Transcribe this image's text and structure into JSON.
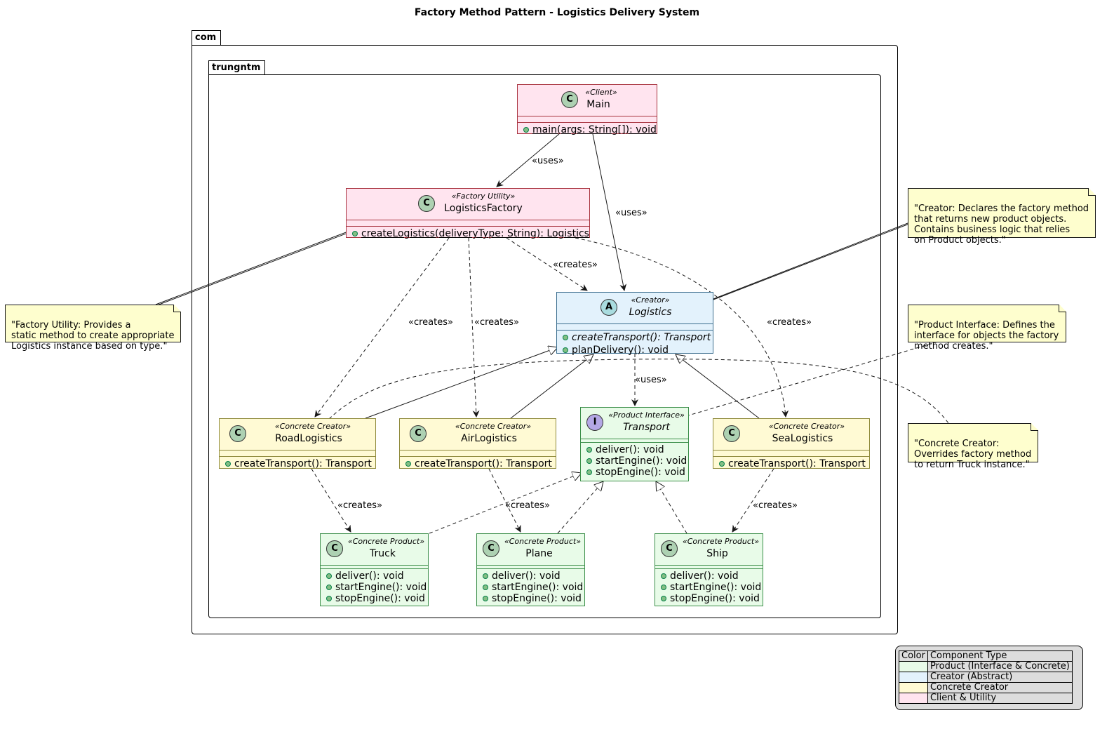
{
  "title": "Factory Method Pattern - Logistics Delivery System",
  "packages": {
    "outer": "com",
    "inner": "trungntm"
  },
  "classes": {
    "main": {
      "stereotype": "«Client»",
      "name": "Main",
      "badge": "C",
      "methods": [
        "main(args: String[]): void"
      ]
    },
    "factory": {
      "stereotype": "«Factory Utility»",
      "name": "LogisticsFactory",
      "badge": "C",
      "methods": [
        "createLogistics(deliveryType: String): Logistics"
      ]
    },
    "logistics": {
      "stereotype": "«Creator»",
      "name": "Logistics",
      "badge": "A",
      "methods": [
        "createTransport(): Transport",
        "planDelivery(): void"
      ]
    },
    "road": {
      "stereotype": "«Concrete Creator»",
      "name": "RoadLogistics",
      "badge": "C",
      "methods": [
        "createTransport(): Transport"
      ]
    },
    "air": {
      "stereotype": "«Concrete Creator»",
      "name": "AirLogistics",
      "badge": "C",
      "methods": [
        "createTransport(): Transport"
      ]
    },
    "transport": {
      "stereotype": "«Product Interface»",
      "name": "Transport",
      "badge": "I",
      "methods": [
        "deliver(): void",
        "startEngine(): void",
        "stopEngine(): void"
      ]
    },
    "sea": {
      "stereotype": "«Concrete Creator»",
      "name": "SeaLogistics",
      "badge": "C",
      "methods": [
        "createTransport(): Transport"
      ]
    },
    "truck": {
      "stereotype": "«Concrete Product»",
      "name": "Truck",
      "badge": "C",
      "methods": [
        "deliver(): void",
        "startEngine(): void",
        "stopEngine(): void"
      ]
    },
    "plane": {
      "stereotype": "«Concrete Product»",
      "name": "Plane",
      "badge": "C",
      "methods": [
        "deliver(): void",
        "startEngine(): void",
        "stopEngine(): void"
      ]
    },
    "ship": {
      "stereotype": "«Concrete Product»",
      "name": "Ship",
      "badge": "C",
      "methods": [
        "deliver(): void",
        "startEngine(): void",
        "stopEngine(): void"
      ]
    }
  },
  "edge_labels": {
    "uses": "«uses»",
    "creates": "«creates»"
  },
  "notes": {
    "factory": "\"Factory Utility: Provides a\nstatic method to create appropriate\nLogistics instance based on type.\"",
    "creator": "\"Creator: Declares the factory method\nthat returns new product objects.\nContains business logic that relies\non Product objects.\"",
    "product": "\"Product Interface: Defines the\ninterface for objects the factory\nmethod creates.\"",
    "concrete": "\"Concrete Creator:\nOverrides factory method\nto return Truck instance.\""
  },
  "legend": {
    "header": [
      "Color",
      "Component Type"
    ],
    "rows": [
      {
        "color": "#e8fbe8",
        "label": "Product (Interface & Concrete)"
      },
      {
        "color": "#e3f2fc",
        "label": "Creator (Abstract)"
      },
      {
        "color": "#fffad4",
        "label": "Concrete Creator"
      },
      {
        "color": "#ffe4ef",
        "label": "Client & Utility"
      }
    ]
  }
}
